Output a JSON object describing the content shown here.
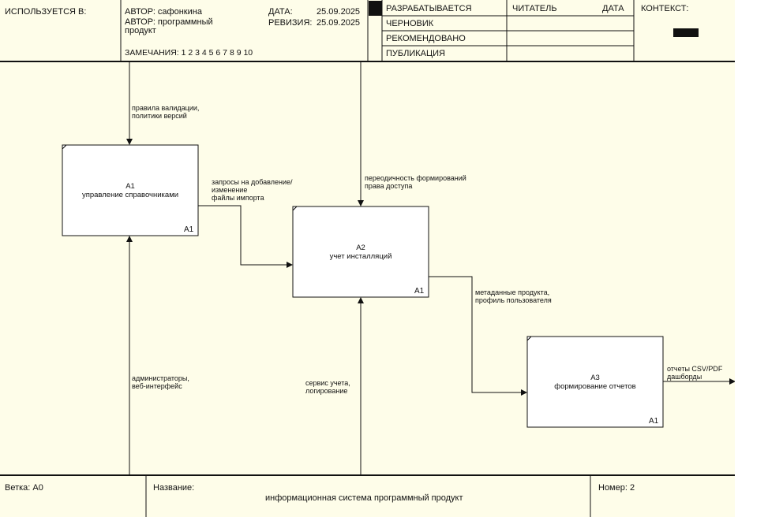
{
  "header": {
    "used_in_label": "ИСПОЛЬЗУЕТСЯ В:",
    "author_line1": "АВТОР: сафонкина",
    "author_line2": "АВТОР: программный\nпродукт",
    "remarks": "ЗАМЕЧАНИЯ: 1 2 3 4 5 6 7 8 9 10",
    "date_label": "ДАТА:",
    "date_value": "25.09.2025",
    "revision_label": "РЕВИЗИЯ:",
    "revision_value": "25.09.2025",
    "status_items": [
      "РАЗРАБАТЫВАЕТСЯ",
      "ЧЕРНОВИК",
      "РЕКОМЕНДОВАНО",
      "ПУБЛИКАЦИЯ"
    ],
    "reader_label": "ЧИТАТЕЛЬ",
    "reader_date_label": "ДАТА",
    "context_label": "КОНТЕКСТ:"
  },
  "boxes": [
    {
      "id": "A1",
      "title": "A1\nуправление справочниками",
      "number": "A1"
    },
    {
      "id": "A2",
      "title": "A2\nучет инсталляций",
      "number": "A1"
    },
    {
      "id": "A3",
      "title": "A3\nформирование отчетов",
      "number": "A1"
    }
  ],
  "arrow_labels": {
    "control_a1": "правила валидации,\nполитики версий",
    "a1_to_a2": "запросы на добавление/\nизменение\nфайлы импорта",
    "control_a2": "переодичность формирований\nправа доступа",
    "a2_to_a3": "метаданные продукта,\nпрофиль пользователя",
    "output_a3": "отчеты CSV/PDF\nдашборды",
    "mechanism_a1": "администраторы,\nвеб-интерфейс",
    "mechanism_a2": "сервис учета,\nлогирование"
  },
  "footer": {
    "branch": "Ветка: А0",
    "name_label": "Название:",
    "name_value": "информационная система программный продукт",
    "number": "Номер: 2"
  },
  "colors": {
    "background": "#fefde9",
    "line": "#111111"
  }
}
